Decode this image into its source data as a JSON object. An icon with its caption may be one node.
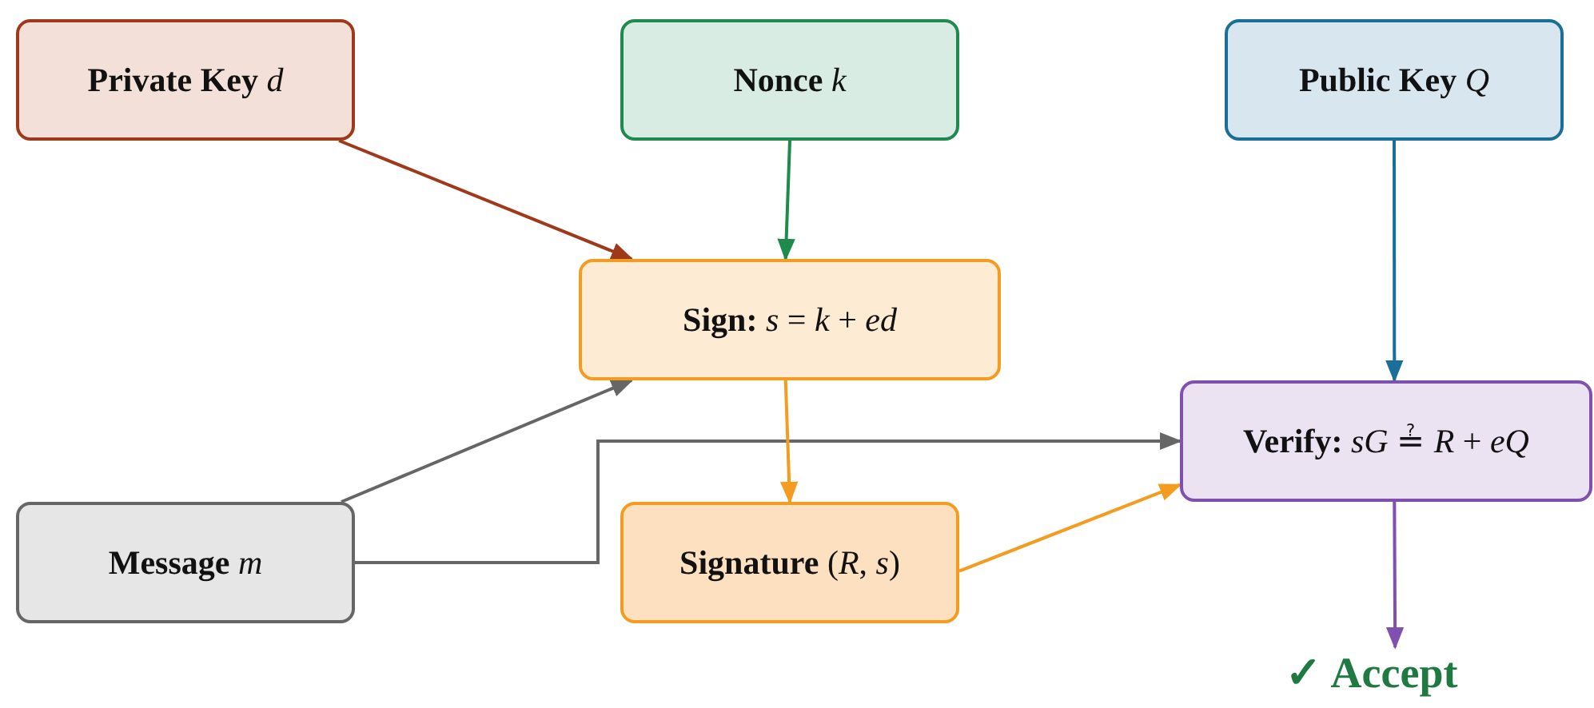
{
  "diagram": {
    "nodes": [
      {
        "text": [
          "**Private Key** *d*"
        ]
      },
      {
        "text": [
          "**Nonce** *k*"
        ]
      },
      {
        "text": [
          "**Public Key** *Q*"
        ]
      },
      {
        "text": [
          "**Sign:** *s* = *k* + *ed*"
        ]
      },
      {
        "text": [
          "**Verify:** *sG* ≟ *R* + *eQ*"
        ]
      },
      {
        "text": [
          "**Message** *m*"
        ]
      },
      {
        "text": [
          "**Signature** (*R*, *s*)"
        ]
      },
      {
        "text": [
          "✓ Accept"
        ]
      }
    ],
    "edges": [
      {
        "from": 0,
        "to": 3,
        "arrow": "to",
        "color": "#a0381a"
      },
      {
        "from": 1,
        "to": 3,
        "arrow": "to",
        "color": "#1e8a4c"
      },
      {
        "from": 2,
        "to": 4,
        "arrow": "to",
        "color": "#1a6e9a"
      },
      {
        "from": 5,
        "to": 3,
        "arrow": "to"
      },
      {
        "from": 5,
        "to": 4,
        "arrow": "to"
      },
      {
        "from": 3,
        "to": 6,
        "arrow": "to",
        "color": "#f39c1f"
      },
      {
        "from": 6,
        "to": 4,
        "arrow": "to",
        "color": "#f39c1f"
      },
      {
        "from": 4,
        "to": 7,
        "arrow": "to",
        "color": "#8050b0"
      }
    ]
  }
}
